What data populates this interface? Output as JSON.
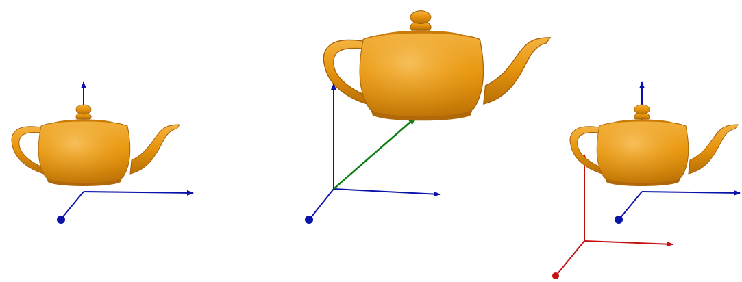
{
  "colors": {
    "background": "#ffffff",
    "teapot_fill": "#e8960d",
    "teapot_shadow": "#b86f05",
    "axis_blue": "#0b12a8",
    "axis_green": "#0b7d12",
    "axis_red": "#c41010"
  },
  "panels": [
    {
      "name": "panel-1-local-frame",
      "teapot": "teapot-icon",
      "frames": [
        "blue"
      ]
    },
    {
      "name": "panel-2-translated-frame",
      "teapot": "teapot-icon",
      "frames": [
        "blue"
      ],
      "translation_vector": "green"
    },
    {
      "name": "panel-3-two-frames",
      "teapot": "teapot-icon",
      "frames": [
        "blue",
        "red"
      ]
    }
  ]
}
